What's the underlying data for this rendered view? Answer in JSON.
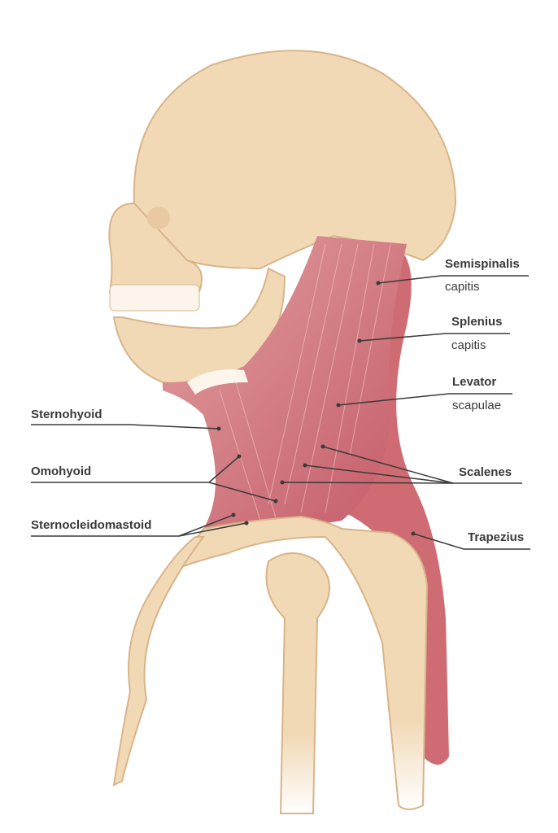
{
  "labels": {
    "semispinalis": {
      "title": "Semispinalis",
      "sub": "capitis"
    },
    "splenius": {
      "title": "Splenius",
      "sub": "capitis"
    },
    "levator": {
      "title": "Levator",
      "sub": "scapulae"
    },
    "scalenes": {
      "title": "Scalenes"
    },
    "trapezius": {
      "title": "Trapezius"
    },
    "sternohyoid": {
      "title": "Sternohyoid"
    },
    "omohyoid": {
      "title": "Omohyoid"
    },
    "sternocleidomastoid": {
      "title": "Sternocleidomastoid"
    }
  },
  "colors": {
    "bone": "#f1d9b6",
    "bone_outline": "#d9b48a",
    "muscle": "#d0737a",
    "muscle_dark": "#b85462",
    "leader": "#3a3a3a"
  }
}
